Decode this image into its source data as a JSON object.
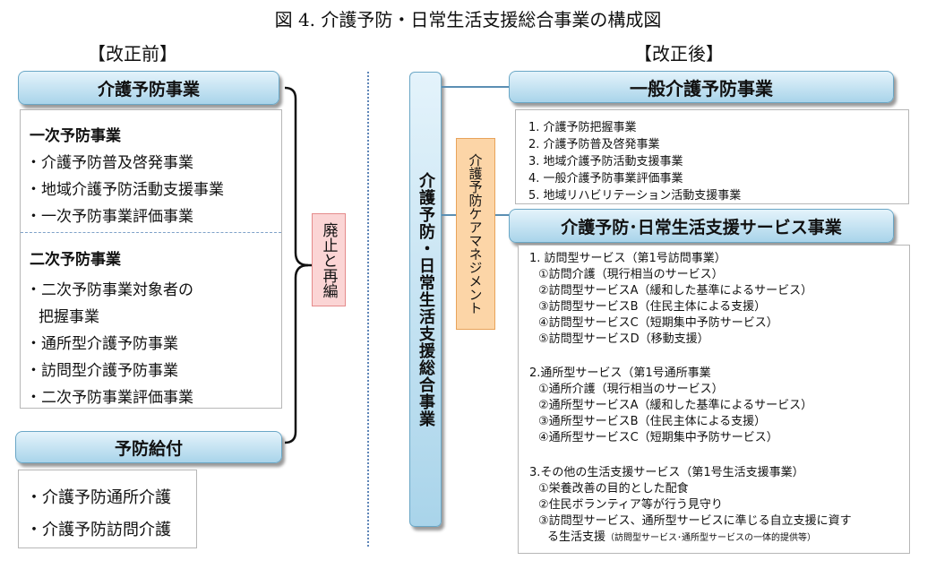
{
  "title": "図 4. 介護予防・日常生活支援総合事業の構成図",
  "left": {
    "header": "【改正前】",
    "box1_title": "介護予防事業",
    "primary": {
      "title": "一次予防事業",
      "items": [
        "・介護予防普及啓発事業",
        "・地域介護予防活動支援事業",
        "・一次予防事業評価事業"
      ]
    },
    "secondary": {
      "title": "二次予防事業",
      "items": [
        "・二次予防事業対象者の",
        "把握事業",
        "・通所型介護予防事業",
        "・訪問型介護予防事業",
        "・二次予防事業評価事業"
      ]
    },
    "box2_title": "予防給付",
    "benefits": [
      "・介護予防通所介護",
      "・介護予防訪問介護"
    ]
  },
  "middle": {
    "abolish_label": "廃止と再編"
  },
  "right": {
    "header": "【改正後】",
    "vertical_label": "介護予防・日常生活支援総合事業",
    "care_mgmt_label": "介護予防ケアマネジメント",
    "general_title": "一般介護予防事業",
    "general_items": [
      "1. 介護予防把握事業",
      "2. 介護予防普及啓発事業",
      "3. 地域介護予防活動支援事業",
      "4. 一般介護予防事業評価事業",
      "5. 地域リハビリテーション活動支援事業"
    ],
    "service_title": "介護予防･日常生活支援サービス事業",
    "visit": {
      "heading": "1. 訪問型サービス（第1号訪問事業）",
      "items": [
        "①訪問介護（現行相当のサービス）",
        "②訪問型サービスA（緩和した基準によるサービス）",
        "③訪問型サービスB（住民主体による支援）",
        "④訪問型サービスC（短期集中予防サービス）",
        "⑤訪問型サービスD（移動支援）"
      ]
    },
    "daycare": {
      "heading": "2.通所型サービス（第1号通所事業",
      "items": [
        "①通所介護（現行相当のサービス）",
        "②通所型サービスA（緩和した基準によるサービス）",
        "③通所型サービスB（住民主体による支援）",
        "④通所型サービスC（短期集中予防サービス）"
      ]
    },
    "other": {
      "heading": "3.その他の生活支援サービス（第1号生活支援事業）",
      "items": [
        "①栄養改善の目的とした配食",
        "②住民ボランティア等が行う見守り",
        "③訪問型サービス、通所型サービスに準じる自立支援に資す"
      ],
      "last_line_main": "る生活支援",
      "last_line_note": "（訪問型サービス･通所型サービスの一体的提供等）"
    }
  },
  "colors": {
    "blue_fill": "#a9d4ea",
    "pink_fill": "#fbd5d5",
    "orange_fill": "#fcd5a7",
    "connector": "#5b8fb3",
    "divider": "#5f86b8"
  }
}
